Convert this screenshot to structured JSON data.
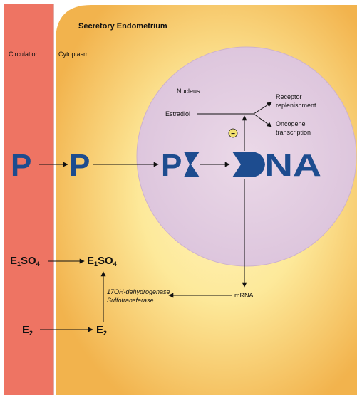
{
  "title": "Secretory Endometrium",
  "regions": {
    "circulation": "Circulation",
    "cytoplasm": "Cytoplasm",
    "nucleus": "Nucleus"
  },
  "nucleus_labels": {
    "estradiol": "Estradiol",
    "receptor_replenishment_line1": "Receptor",
    "receptor_replenishment_line2": "replenishment",
    "oncogene_line1": "Oncogene",
    "oncogene_line2": "transcription",
    "inhibit_symbol": "−",
    "dna": "DNA"
  },
  "molecules": {
    "p_circulation": "P",
    "p_cytoplasm": "P",
    "receptor_glyph": "P",
    "e1so4_base_left": "E",
    "e1so4_sub_left": "1",
    "e1so4_rest_left": "SO",
    "e1so4_sub2_left": "4",
    "e1so4_base_right": "E",
    "e1so4_sub_right": "1",
    "e1so4_rest_right": "SO",
    "e1so4_sub2_right": "4",
    "e2_base_left": "E",
    "e2_sub_left": "2",
    "e2_base_right": "E",
    "e2_sub_right": "2"
  },
  "enzymes": {
    "line1": "17OH-dehydrogenase",
    "line2": "Sulfotransferase",
    "mrna": "mRNA"
  },
  "colors": {
    "circulation_fill": "#ee7463",
    "cytoplasm_edge": "#f2b34d",
    "cytoplasm_center": "#fde99a",
    "nucleus_fill": "#e4cde2",
    "nucleus_edge": "#d6b9d6",
    "molecule_blue": "#1d4c8f"
  }
}
